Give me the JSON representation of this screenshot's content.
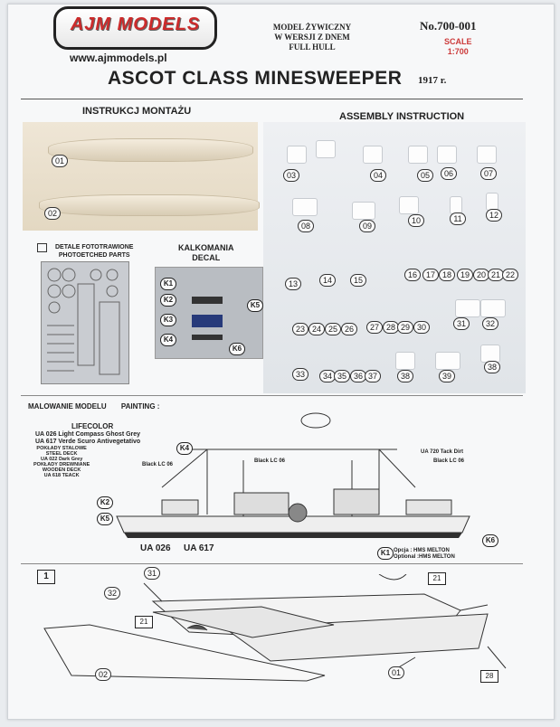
{
  "header": {
    "logo_text": "AJM MODELS",
    "website": "www.ajmmodels.pl",
    "model_lines": [
      "MODEL ŻYWICZNY",
      "W WERSJI Z DNEM",
      "FULL HULL"
    ],
    "catalog_no": "No.700-001",
    "scale_label": "SCALE",
    "scale_value": "1:700",
    "title": "ASCOT CLASS MINESWEEPER",
    "year": "1917 r."
  },
  "sections": {
    "instr_pl": "INSTRUKCJ MONTAŻU",
    "instr_en": "ASSEMBLY INSTRUCTION"
  },
  "resin": {
    "hull_parts": [
      "01",
      "02"
    ],
    "parts": [
      "03",
      "04",
      "05",
      "06",
      "07",
      "08",
      "09",
      "10",
      "11",
      "12",
      "13",
      "14",
      "15",
      "16",
      "17",
      "18",
      "19",
      "20",
      "21",
      "22",
      "23",
      "24",
      "25",
      "26",
      "27",
      "28",
      "29",
      "30",
      "31",
      "32",
      "33",
      "34",
      "35",
      "36",
      "37",
      "38",
      "39",
      "38"
    ]
  },
  "photoetch": {
    "label_pl": "DETALE FOTOTRAWIONE",
    "label_en": "PHOTOETCHED PARTS"
  },
  "decal": {
    "label_pl": "KALKOMANIA",
    "label_en": "DECAL",
    "items": [
      "K1",
      "K2",
      "K3",
      "K4",
      "K5",
      "K6"
    ]
  },
  "painting": {
    "label_pl": "MALOWANIE MODELU",
    "label_en": "PAINTING :",
    "brand": "LIFECOLOR",
    "colors": [
      "UA 026 Light Compass Ghost Grey",
      "UA 617 Verde Scuro Antivegetativo"
    ],
    "steel_deck": [
      "POKŁADY STALOWE",
      "STEEL DECK",
      "UA 022 Dark Grey"
    ],
    "wood_deck": [
      "POKŁADY DREWNIANE",
      "WOODEN DECK",
      "UA 618 TEACK"
    ],
    "callouts": [
      "Black LC 06",
      "Black LC 06",
      "UA 720 Tack Dirt",
      "Black LC 06"
    ],
    "hull_colors": [
      "UA 026",
      "UA 617"
    ],
    "option": [
      "Opcja : HMS MELTON",
      "Optional :HMS MELTON"
    ],
    "decal_badges": [
      "K4",
      "K2",
      "K5",
      "K1",
      "K6"
    ]
  },
  "assembly": {
    "step": "1",
    "labels": [
      "31",
      "21",
      "32",
      "21",
      "02",
      "01",
      "28"
    ]
  }
}
